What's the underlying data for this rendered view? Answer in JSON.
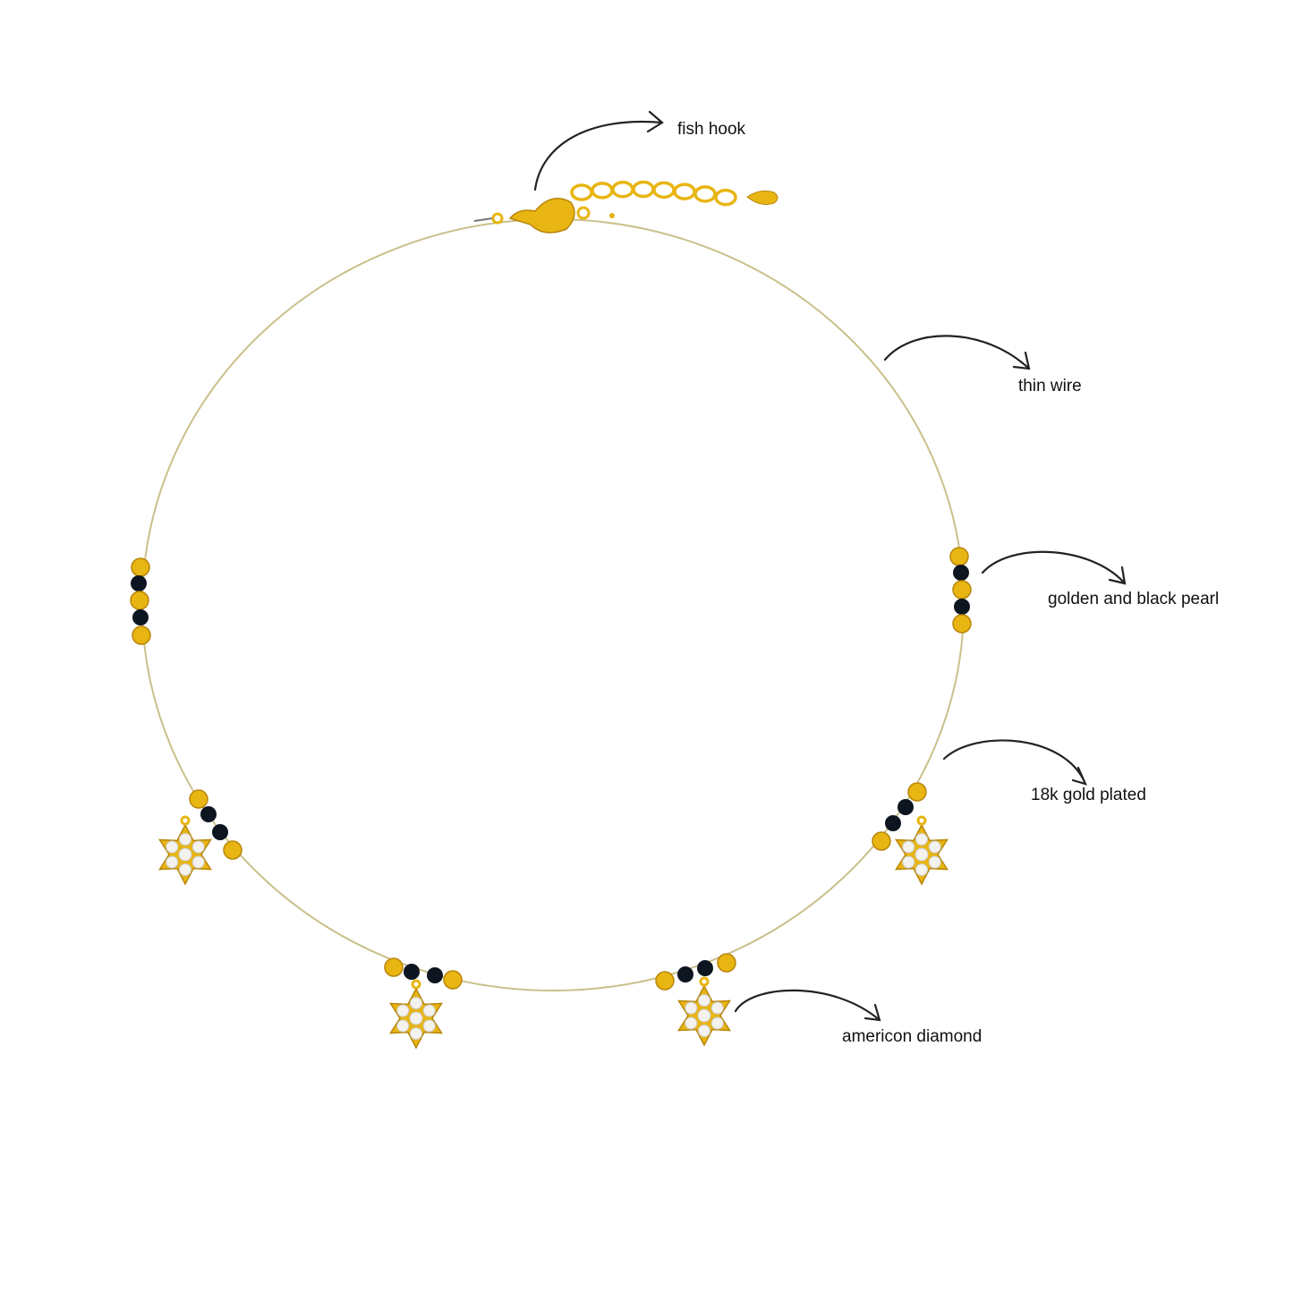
{
  "annotations": [
    {
      "id": "fish-hook",
      "text": "fish hook"
    },
    {
      "id": "thin-wire",
      "text": "thin wire"
    },
    {
      "id": "pearls",
      "text": "golden and black pearl"
    },
    {
      "id": "gold-plated",
      "text": "18k gold plated"
    },
    {
      "id": "diamond",
      "text": "americon diamond"
    }
  ],
  "colors": {
    "gold": "#e8b512",
    "gold_dark": "#b8860b",
    "black_bead": "#0d1520",
    "wire": "#c9c08a",
    "stone": "#f4f2ee"
  }
}
